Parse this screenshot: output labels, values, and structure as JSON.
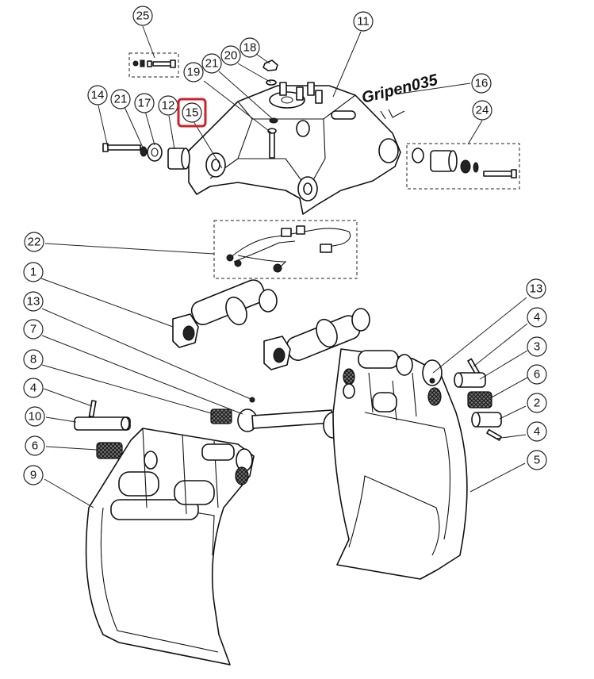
{
  "diagram": {
    "brand_logo_text": "Gripen035",
    "highlight_color": "#d0202a",
    "highlighted_callout": "15",
    "callouts": [
      {
        "id": "c25",
        "label": "25"
      },
      {
        "id": "c11",
        "label": "11"
      },
      {
        "id": "c18",
        "label": "18"
      },
      {
        "id": "c20",
        "label": "20"
      },
      {
        "id": "c21a",
        "label": "21"
      },
      {
        "id": "c19",
        "label": "19"
      },
      {
        "id": "c16",
        "label": "16"
      },
      {
        "id": "c14",
        "label": "14"
      },
      {
        "id": "c21b",
        "label": "21"
      },
      {
        "id": "c17",
        "label": "17"
      },
      {
        "id": "c12",
        "label": "12"
      },
      {
        "id": "c15",
        "label": "15"
      },
      {
        "id": "c24",
        "label": "24"
      },
      {
        "id": "c22",
        "label": "22"
      },
      {
        "id": "c1",
        "label": "1"
      },
      {
        "id": "c13a",
        "label": "13"
      },
      {
        "id": "c13b",
        "label": "13"
      },
      {
        "id": "c7",
        "label": "7"
      },
      {
        "id": "c4a",
        "label": "4"
      },
      {
        "id": "c8",
        "label": "8"
      },
      {
        "id": "c3",
        "label": "3"
      },
      {
        "id": "c4b",
        "label": "4"
      },
      {
        "id": "c6a",
        "label": "6"
      },
      {
        "id": "c10",
        "label": "10"
      },
      {
        "id": "c2",
        "label": "2"
      },
      {
        "id": "c6b",
        "label": "6"
      },
      {
        "id": "c4c",
        "label": "4"
      },
      {
        "id": "c9",
        "label": "9"
      },
      {
        "id": "c5",
        "label": "5"
      }
    ]
  }
}
